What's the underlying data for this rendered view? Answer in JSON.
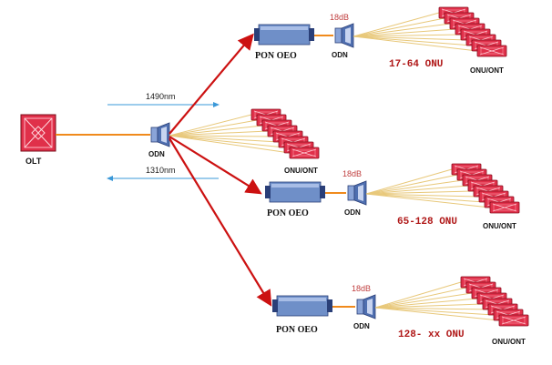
{
  "olt": {
    "label": "OLT"
  },
  "odn": {
    "label": "ODN"
  },
  "wavelengths": {
    "downstream": "1490nm",
    "upstream": "1310nm"
  },
  "local_onu_label": "ONU/ONT",
  "branches": [
    {
      "oeo_label": "PON OEO",
      "loss": "18dB",
      "odn_label": "ODN",
      "range": "17-64 ONU",
      "onu_label": "ONU/ONT"
    },
    {
      "oeo_label": "PON OEO",
      "loss": "18dB",
      "odn_label": "ODN",
      "range": "65-128 ONU",
      "onu_label": "ONU/ONT"
    },
    {
      "oeo_label": "PON OEO",
      "loss": "18dB",
      "odn_label": "ODN",
      "range": "128- xx ONU",
      "onu_label": "ONU/ONT"
    }
  ],
  "colors": {
    "trunk": "#cc1111",
    "fiber": "#f08a1c",
    "drop": "#e8c87a",
    "onu": "#e0304a",
    "oeo": "#6f8fc8",
    "odn": "#4f6fb0",
    "arrow": "#3a98d8",
    "range_text": "#b01818"
  }
}
